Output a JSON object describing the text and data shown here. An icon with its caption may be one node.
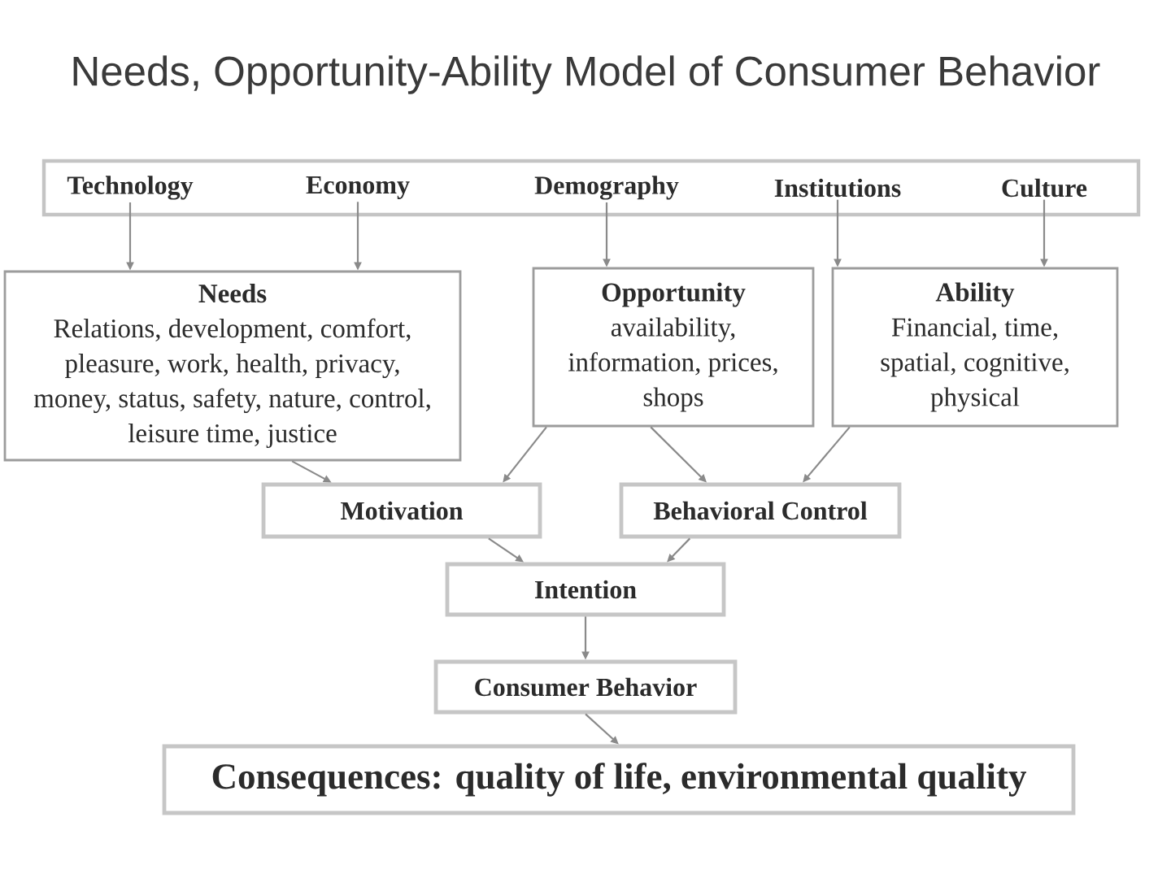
{
  "diagram": {
    "title": "Needs, Opportunity-Ability Model of Consumer Behavior",
    "nodes": [
      {
        "text": [],
        "shape": "box"
      },
      {
        "text": [
          "Technology"
        ],
        "in": 0
      },
      {
        "text": [
          "Economy"
        ],
        "in": 0
      },
      {
        "text": [
          "Demography"
        ],
        "in": 0
      },
      {
        "text": [
          "Institutions"
        ],
        "in": 0
      },
      {
        "text": [
          "Culture"
        ],
        "in": 0
      },
      {
        "text": [
          "Needs",
          "Relations, development, comfort, pleasure, work, health, privacy, money, status, safety, nature, control, leisure time, justice"
        ]
      },
      {
        "text": [
          "Opportunity",
          "availability, information, prices, shops"
        ]
      },
      {
        "text": [
          "Ability",
          "Financial, time, spatial, cognitive, physical"
        ]
      },
      {
        "text": [
          "Motivation"
        ]
      },
      {
        "text": [
          "Behavioral Control"
        ]
      },
      {
        "text": [
          "Intention"
        ]
      },
      {
        "text": [
          "Consumer Behavior"
        ]
      },
      {
        "text": [
          "Consequences: quality of life, environmental quality"
        ]
      }
    ],
    "edges": [
      {
        "from": 1,
        "to": 6,
        "arrow": "to"
      },
      {
        "from": 2,
        "to": 6,
        "arrow": "to"
      },
      {
        "from": 3,
        "to": 7,
        "arrow": "to"
      },
      {
        "from": 4,
        "to": 8,
        "arrow": "to"
      },
      {
        "from": 5,
        "to": 8,
        "arrow": "to"
      },
      {
        "from": 6,
        "to": 9,
        "arrow": "to"
      },
      {
        "from": 7,
        "to": 9,
        "arrow": "to"
      },
      {
        "from": 7,
        "to": 10,
        "arrow": "to"
      },
      {
        "from": 8,
        "to": 10,
        "arrow": "to"
      },
      {
        "from": 9,
        "to": 11,
        "arrow": "to"
      },
      {
        "from": 10,
        "to": 11,
        "arrow": "to"
      },
      {
        "from": 11,
        "to": 12,
        "arrow": "to"
      },
      {
        "from": 12,
        "to": 13,
        "arrow": "to"
      }
    ]
  }
}
